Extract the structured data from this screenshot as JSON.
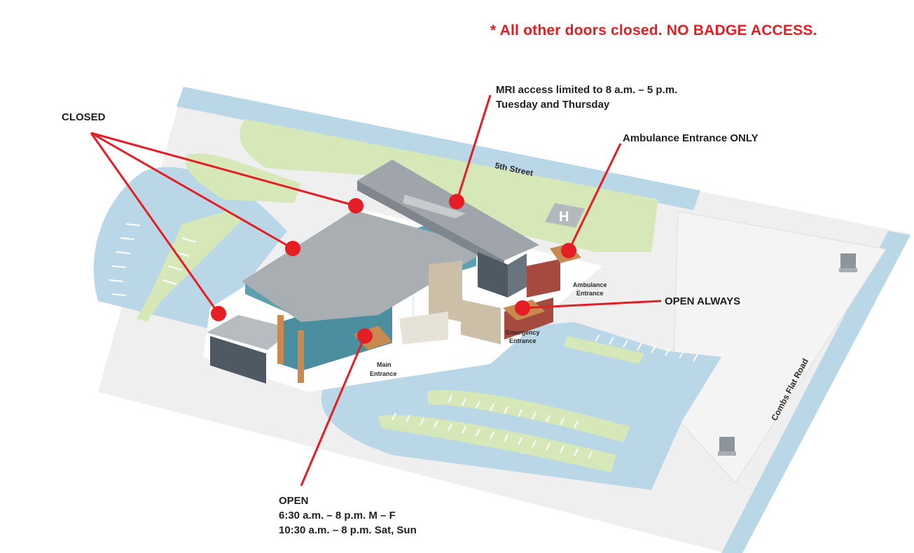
{
  "notice": "* All other doors closed. NO BADGE ACCESS.",
  "callouts": {
    "closed": "CLOSED",
    "mri_line1": "MRI access limited to 8 a.m. – 5 p.m.",
    "mri_line2": "Tuesday and Thursday",
    "ambulance_only": "Ambulance Entrance ONLY",
    "open_always": "OPEN ALWAYS",
    "open_title": "OPEN",
    "open_line1": "6:30 a.m. – 8 p.m. M – F",
    "open_line2": "10:30 a.m. – 8 p.m. Sat, Sun"
  },
  "streets": {
    "fifth": "5th Street",
    "combs": "Combs Flat Road"
  },
  "entrances": {
    "main_1": "Main",
    "main_2": "Entrance",
    "ambulance_1": "Ambulance",
    "ambulance_2": "Entrance",
    "emergency_1": "Emergency",
    "emergency_2": "Entrance"
  },
  "helipad": "H",
  "colors": {
    "accent": "#e31e24",
    "street": "#b9d7e6",
    "lawn": "#d7e8b8",
    "lot": "#eeeeee",
    "roof": "#a9aeb3"
  },
  "icons": [
    "marker-dot",
    "helipad-icon",
    "monument-sign-icon"
  ]
}
